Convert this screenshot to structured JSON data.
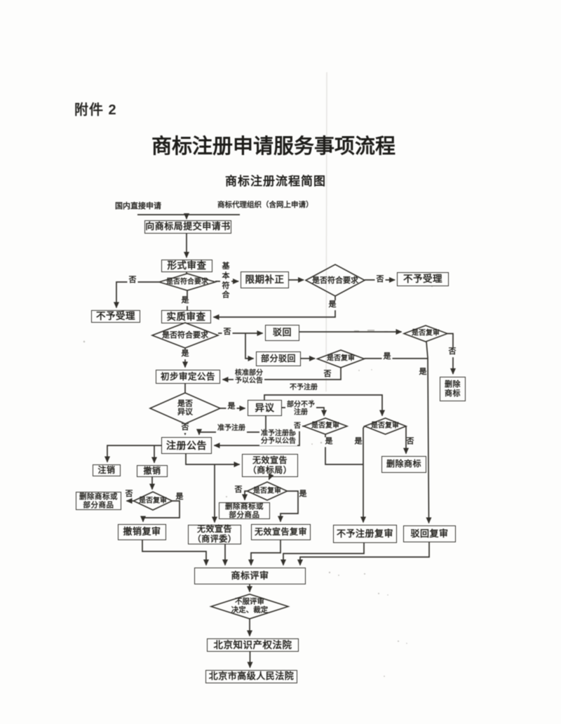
{
  "page": {
    "attachment_label": "附件 2",
    "title": "商标注册申请服务事项流程",
    "subtitle": "商标注册流程简图"
  },
  "flow": {
    "sources": {
      "domestic": "国内直接申请",
      "agency": "商标代理组织（含网上申请）"
    },
    "nodes": {
      "submit": "向商标局提交申请书",
      "formal_exam": "形式审查",
      "not_accept_left": "不予受理",
      "deadline_correction": "限期补正",
      "not_accept_right": "不予受理",
      "substantive_exam": "实质审查",
      "rejection": "驳回",
      "partial_rejection": "部分驳回",
      "preliminary_announcement": "初步审定公告",
      "opposition": "异议",
      "registration_announcement": "注册公告",
      "delete_mark_two_line": "删除\n商标",
      "delete_mark": "删除商标",
      "cancellation_zhuxiao": "注销",
      "cancellation_chexiao": "撤销",
      "delete_mark_or_goods_left": "删除商标或\n部分商品",
      "chexiao_review": "撤销复审",
      "invalidation_office": "无效宣告\n（商标局）",
      "delete_mark_or_goods_mid": "删除商标或\n部分商品",
      "invalidation_board": "无效宣告\n（商评委）",
      "invalidation_review": "无效宣告复审",
      "refuse_registration_review": "不予注册复审",
      "rejection_review": "驳回复审",
      "trademark_review": "商标评审",
      "ip_court": "北京知识产权法院",
      "high_court": "北京市高级人民法院"
    },
    "decisions": {
      "d1": "是否符合要求",
      "d2": "是否符合要求",
      "d3": "是否符合要求",
      "d4": "是否复审",
      "d5": "是否复审",
      "d6": "是否\n异议",
      "d7": "是否复审",
      "d8": "是否复审",
      "d9": "是否复审",
      "d10": "是否复审",
      "d11": "不服评审\n决定、裁定"
    },
    "edge_labels": {
      "yes": "是",
      "no": "否",
      "basically_conform": "基本符合",
      "not_register": "不予注册",
      "partial_not_register": "部分不予\n注册",
      "approve_register": "准予注册",
      "approved_part_announce": "准予注册部\n分予以公告",
      "verified_part_announce": "核准部分\n予以公告"
    }
  }
}
